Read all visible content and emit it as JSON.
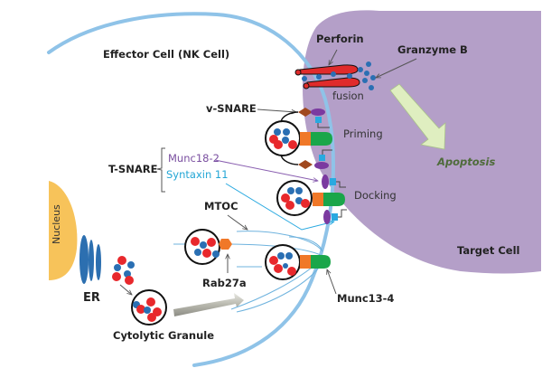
{
  "diagram": {
    "effector_cell_label": "Effector Cell (NK Cell)",
    "target_cell_label": "Target Cell",
    "nucleus_label": "Nucleus",
    "er_label": "ER",
    "cytolytic_granule_label": "Cytolytic Granule",
    "mtoc_label": "MTOC",
    "rab27a_label": "Rab27a",
    "munc13_label": "Munc13-4",
    "t_snare_label": "T-SNARE",
    "munc18_label": "Munc18-2",
    "syntaxin_label": "Syntaxin 11",
    "v_snare_label": "v-SNARE",
    "perforin_label": "Perforin",
    "granzyme_label": "Granzyme B",
    "fusion_label": "fusion",
    "priming_label": "Priming",
    "docking_label": "Docking",
    "apoptosis_label": "Apoptosis"
  },
  "colors": {
    "membrane": "#8fc3e8",
    "target_cell": "#b49fc8",
    "nucleus": "#f7c35a",
    "er": "#2c6fb0",
    "red_dot": "#e8282c",
    "blue_dot": "#2a6fb3",
    "perforin": "#e02b2b",
    "rab27a": "#f07828",
    "munc13": "#1aa64a",
    "munc18": "#7b3aa0",
    "syntaxin": "#29a9e0",
    "vsnare": "#a0481e",
    "apoptosis_arrow": "#dfeec0",
    "munc18_text": "#7a4fa0",
    "syntaxin_text": "#23a6d5",
    "apoptosis_text": "#4e6b3a"
  }
}
